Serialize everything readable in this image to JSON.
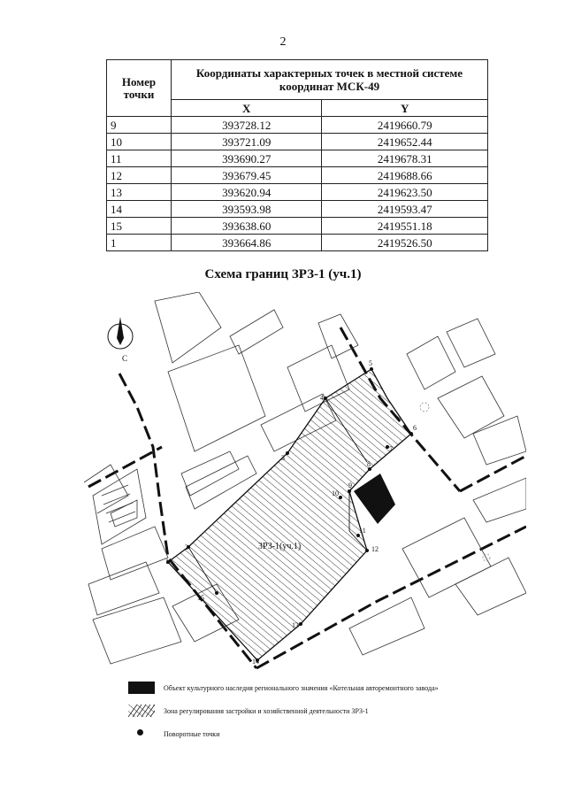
{
  "page_number": "2",
  "table": {
    "header_num": "Номер точки",
    "header_title": "Координаты характерных точек в местной системе координат МСК-49",
    "col_x": "X",
    "col_y": "Y",
    "rows": [
      {
        "n": "9",
        "x": "393728.12",
        "y": "2419660.79"
      },
      {
        "n": "10",
        "x": "393721.09",
        "y": "2419652.44"
      },
      {
        "n": "11",
        "x": "393690.27",
        "y": "2419678.31"
      },
      {
        "n": "12",
        "x": "393679.45",
        "y": "2419688.66"
      },
      {
        "n": "13",
        "x": "393620.94",
        "y": "2419623.50"
      },
      {
        "n": "14",
        "x": "393593.98",
        "y": "2419593.47"
      },
      {
        "n": "15",
        "x": "393638.60",
        "y": "2419551.18"
      },
      {
        "n": "1",
        "x": "393664.86",
        "y": "2419526.50"
      }
    ]
  },
  "scheme_title": "Схема границ ЗРЗ-1 (уч.1)",
  "map": {
    "north_label": "С",
    "zone_label": "ЗРЗ-1(уч.1)",
    "point_labels": [
      "1",
      "2",
      "3",
      "4",
      "5",
      "6",
      "7",
      "8",
      "9",
      "10",
      "11",
      "12",
      "13",
      "14",
      "15"
    ]
  },
  "legend": {
    "object_label": "Объект культурного  наследия регионального значения «Котельная авторемонтного завода»",
    "zone_label": "Зона регулирования застройки и хозяйственной деятельности ЗРЗ-1",
    "points_label": "Поворотные точки"
  }
}
